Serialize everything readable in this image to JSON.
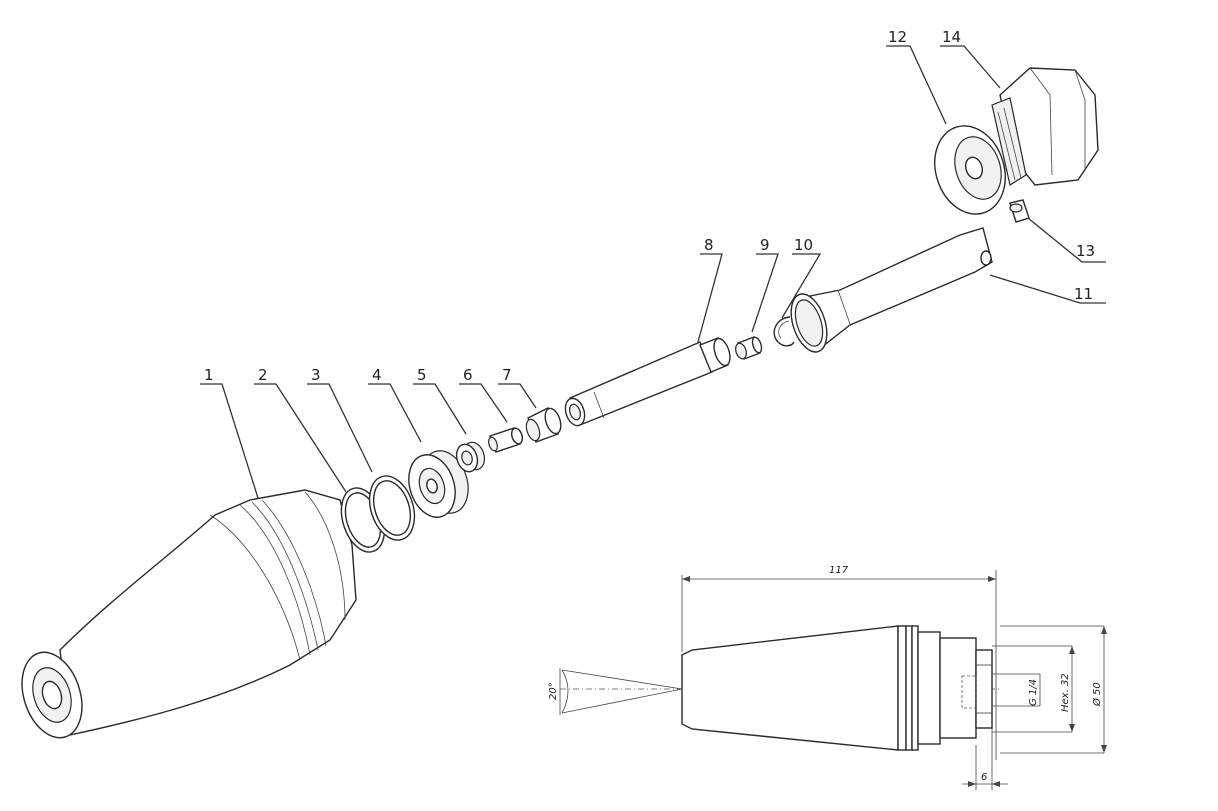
{
  "callouts": [
    {
      "n": "1"
    },
    {
      "n": "2"
    },
    {
      "n": "3"
    },
    {
      "n": "4"
    },
    {
      "n": "5"
    },
    {
      "n": "6"
    },
    {
      "n": "7"
    },
    {
      "n": "8"
    },
    {
      "n": "9"
    },
    {
      "n": "10"
    },
    {
      "n": "11"
    },
    {
      "n": "12"
    },
    {
      "n": "13"
    },
    {
      "n": "14"
    }
  ],
  "dimensions": {
    "length": "117",
    "angle": "20°",
    "thread": "G 1/4",
    "hex": "Hex. 32",
    "diameter": "Ø 50",
    "width": "6"
  }
}
